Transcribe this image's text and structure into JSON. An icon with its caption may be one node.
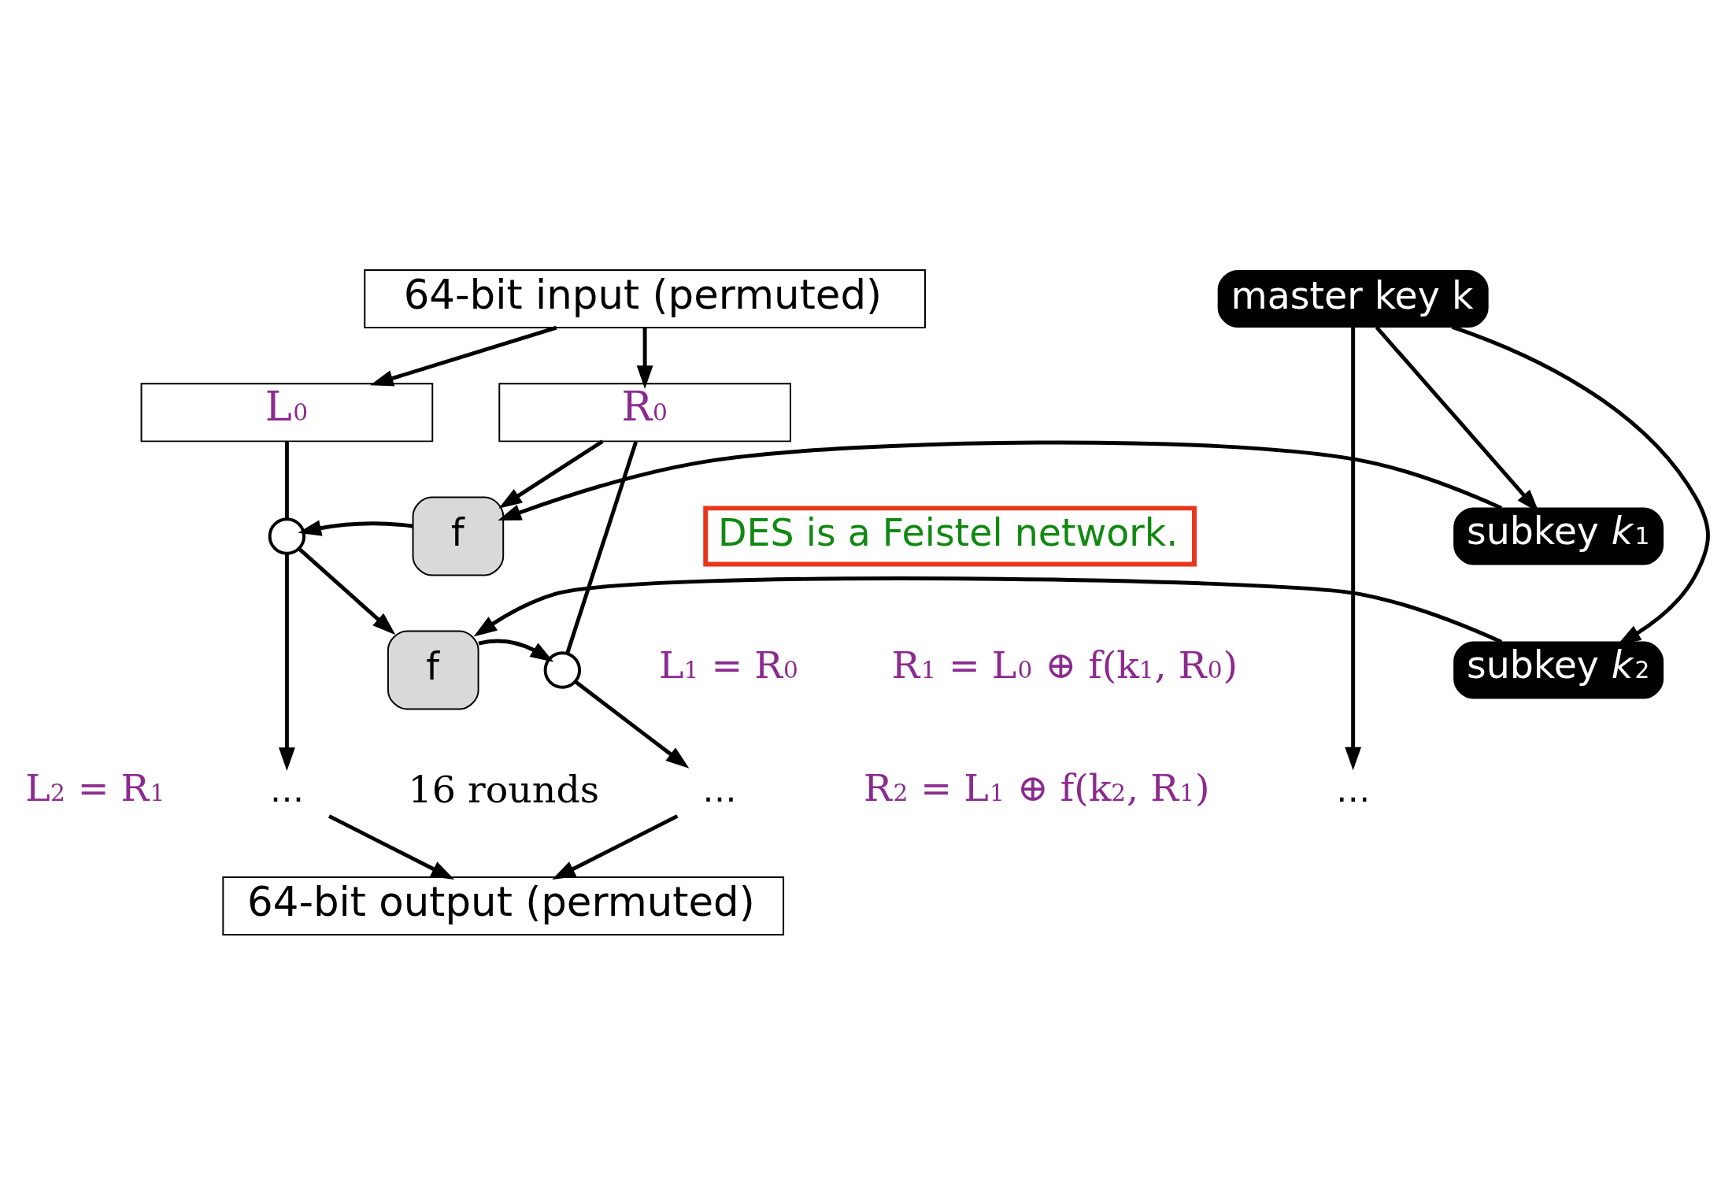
{
  "diagram": {
    "nodes": [
      {
        "text": [
          "64-bit input (permuted)"
        ]
      },
      {
        "text": [
          "master key k"
        ]
      },
      {
        "text": [
          "L$_{0}$"
        ]
      },
      {
        "text": [
          "R$_{0}$"
        ]
      },
      {
        "text": [
          "subkey *k*$_{1}$"
        ]
      },
      {
        "text": [],
        "shape": "circle"
      },
      {
        "text": [
          "f"
        ]
      },
      {
        "text": [
          "DES is a Feistel network."
        ]
      },
      {
        "text": [
          "subkey *k*$_{2}$"
        ]
      },
      {
        "text": [],
        "shape": "circle"
      },
      {
        "text": [
          "f"
        ]
      },
      {
        "text": [
          "…"
        ]
      },
      {
        "text": [
          "…"
        ]
      },
      {
        "text": [
          "…"
        ]
      },
      {
        "text": [
          "64-bit output (permuted)"
        ]
      }
    ],
    "edges": [
      {
        "from": 0,
        "to": 2,
        "arrow": "to"
      },
      {
        "from": 0,
        "to": 3,
        "arrow": "to"
      },
      {
        "from": 1,
        "to": 4,
        "arrow": "to"
      },
      {
        "from": 1,
        "to": 8,
        "arrow": "to"
      },
      {
        "from": 1,
        "to": 13,
        "arrow": "to"
      },
      {
        "from": 3,
        "to": 6,
        "arrow": "to"
      },
      {
        "from": 4,
        "to": 6,
        "arrow": "to"
      },
      {
        "from": 6,
        "to": 5,
        "arrow": "to"
      },
      {
        "from": 2,
        "to": 5,
        "arrow": "none"
      },
      {
        "from": 3,
        "to": 9,
        "arrow": "none"
      },
      {
        "from": 5,
        "to": 10,
        "arrow": "to"
      },
      {
        "from": 8,
        "to": 10,
        "arrow": "to"
      },
      {
        "from": 10,
        "to": 9,
        "arrow": "to"
      },
      {
        "from": 5,
        "to": 11,
        "arrow": "to"
      },
      {
        "from": 9,
        "to": 12,
        "arrow": "to"
      },
      {
        "from": 11,
        "to": 14,
        "arrow": "to"
      },
      {
        "from": 12,
        "to": 14,
        "arrow": "to"
      }
    ],
    "labels": [
      "R$_{1}$ = L$_{0}$ ⊕ f(k$_{1}$, R$_{0}$)",
      "L$_{1}$ = R$_{0}$",
      "L$_{2}$ = R$_{1}$",
      "R$_{2}$ = L$_{1}$ ⊕ f(k$_{2}$, R$_{1}$)",
      "16 rounds"
    ]
  }
}
